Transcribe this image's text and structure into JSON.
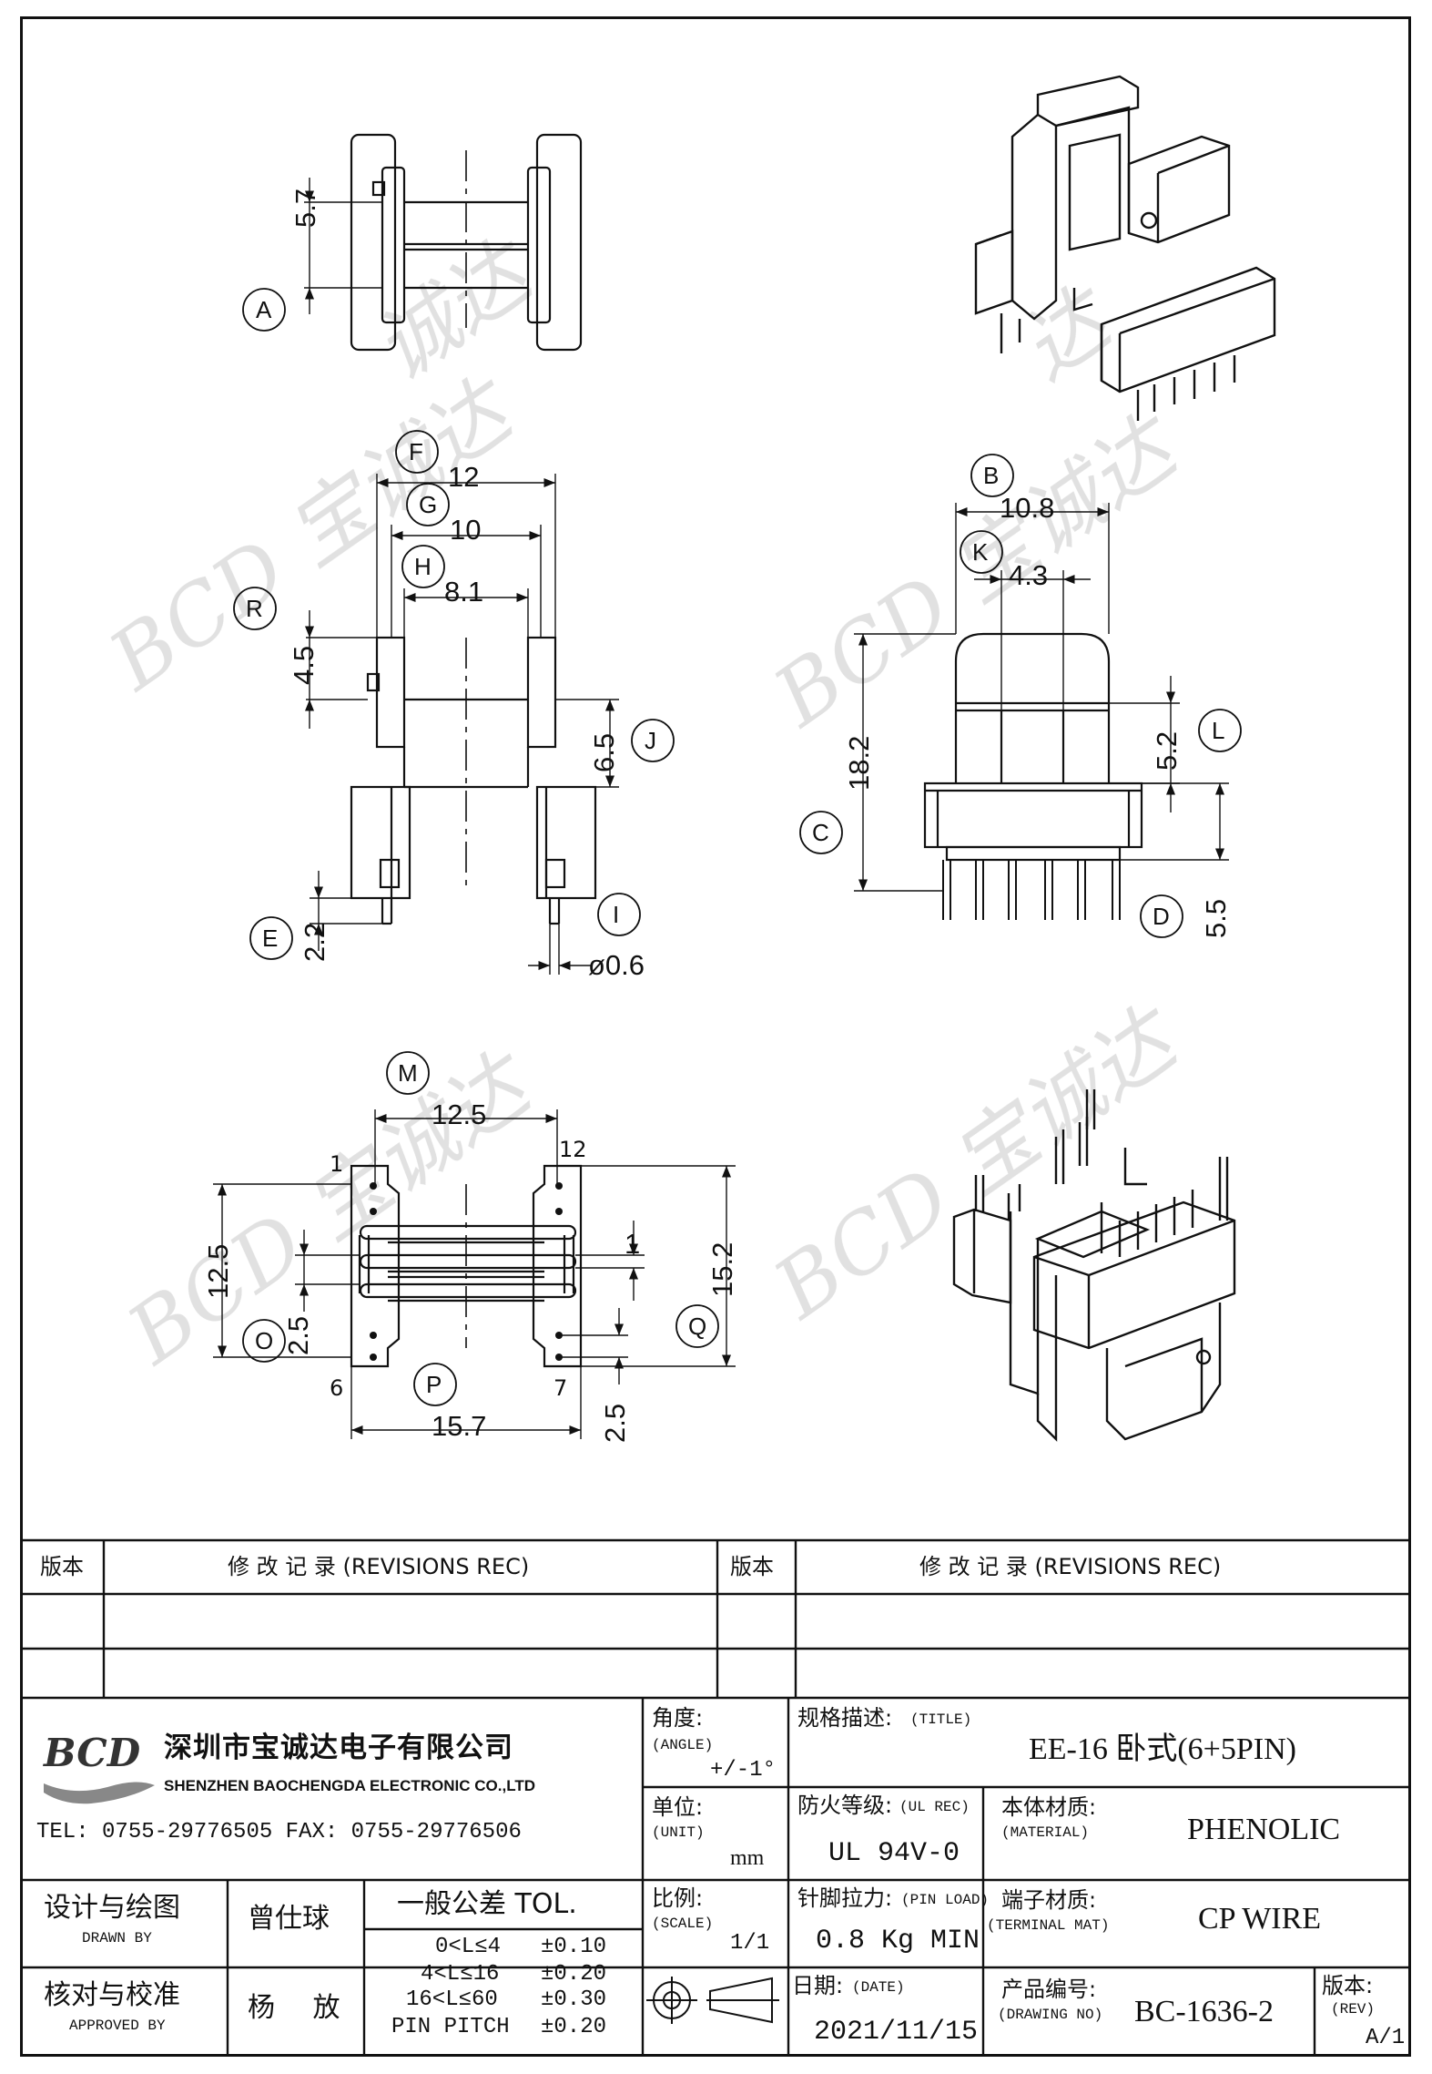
{
  "views": {
    "top": {
      "dim_5_7": "5.7",
      "label_A": "A"
    },
    "front": {
      "label_F": "F",
      "dim_12": "12",
      "label_G": "G",
      "dim_10": "10",
      "label_H": "H",
      "dim_8_1": "8.1",
      "label_R": "R",
      "dim_4_5": "4.5",
      "label_J": "J",
      "dim_6_5": "6.5",
      "label_E": "E",
      "dim_2_2": "2.2",
      "label_I": "I",
      "dim_pin": "ø0.6"
    },
    "side": {
      "label_B": "B",
      "dim_10_8": "10.8",
      "label_K": "K",
      "dim_4_3": "4.3",
      "label_C": "C",
      "dim_18_2": "18.2",
      "label_L": "L",
      "dim_5_2": "5.2",
      "label_D": "D",
      "dim_5_5": "5.5"
    },
    "bottom": {
      "label_M": "M",
      "dim_12_5_top": "12.5",
      "pin_1": "1",
      "pin_12": "12",
      "pin_6": "6",
      "pin_7": "7",
      "dim_12_5_left": "12.5",
      "dim_2_5_left": "2.5",
      "label_O": "O",
      "label_P": "P",
      "dim_15_7": "15.7",
      "dim_1": "1",
      "dim_15_2": "15.2",
      "label_Q": "Q",
      "dim_2_5_right": "2.5"
    }
  },
  "revisions": {
    "col_version": "版本",
    "col_record": "修 改 记 录 (REVISIONS REC)"
  },
  "company": {
    "logo_text": "BCD",
    "name_cn": "深圳市宝诚达电子有限公司",
    "name_en": "SHENZHEN BAOCHENGDA ELECTRONIC CO.,LTD",
    "contact": "TEL: 0755-29776505  FAX: 0755-29776506",
    "watermark": "BCD 宝诚达"
  },
  "title_block": {
    "angle_label": "角度:",
    "angle_label_en": "(ANGLE)",
    "angle_value": "+/-1°",
    "unit_label": "单位:",
    "unit_label_en": "(UNIT)",
    "unit_value": "mm",
    "scale_label": "比例:",
    "scale_label_en": "(SCALE)",
    "scale_value": "1/1",
    "title_label": "规格描述:",
    "title_label_en": "(TITLE)",
    "title_value": "EE-16 卧式(6+5PIN)",
    "ul_label": "防火等级:",
    "ul_label_en": "(UL REC)",
    "ul_value": "UL 94V-0",
    "material_label": "本体材质:",
    "material_label_en": "(MATERIAL)",
    "material_value": "PHENOLIC",
    "pinload_label": "针脚拉力:",
    "pinload_label_en": "(PIN LOAD)",
    "pinload_value": "0.8 Kg MIN",
    "terminal_label": "端子材质:",
    "terminal_label_en": "(TERMINAL MAT)",
    "terminal_value": "CP WIRE",
    "date_label": "日期:",
    "date_label_en": "(DATE)",
    "date_value": "2021/11/15",
    "drawing_label": "产品编号:",
    "drawing_label_en": "(DRAWING NO)",
    "drawing_value": "BC-1636-2",
    "rev_label": "版本:",
    "rev_label_en": "(REV)",
    "rev_value": "A/1",
    "drawn_label": "设计与绘图",
    "drawn_label_en": "DRAWN BY",
    "drawn_value": "曾仕球",
    "approved_label": "核对与校准",
    "approved_label_en": "APPROVED BY",
    "approved_value": "杨 放",
    "tol_title": "一般公差 TOL.",
    "tol_rows": [
      {
        "range": "0<L≤4",
        "value": "±0.10"
      },
      {
        "range": "4<L≤16",
        "value": "±0.20"
      },
      {
        "range": "16<L≤60",
        "value": "±0.30"
      },
      {
        "range": "PIN PITCH",
        "value": "±0.20"
      }
    ]
  }
}
